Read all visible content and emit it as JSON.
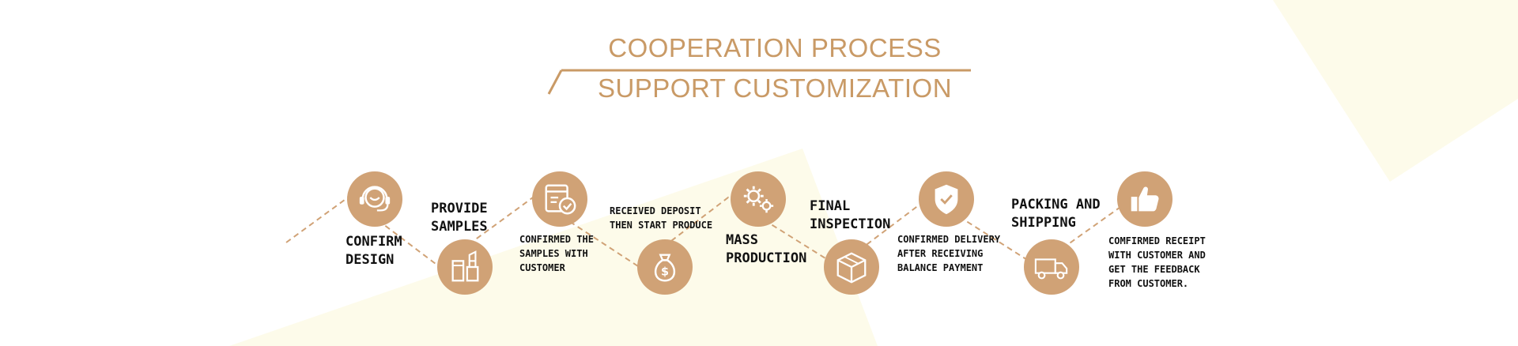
{
  "header": {
    "title": "COOPERATION PROCESS",
    "subtitle": "SUPPORT CUSTOMIZATION"
  },
  "colors": {
    "accent": "#c99a66",
    "circle": "#d0a276",
    "background_shape": "#fdfbea"
  },
  "steps": [
    {
      "icon": "headset-icon",
      "text": "CONFIRM\nDESIGN"
    },
    {
      "icon": "lipstick-icon",
      "text": "PROVIDE\nSAMPLES"
    },
    {
      "icon": "document-check-icon",
      "text": "CONFIRMED THE\nSAMPLES WITH\nCUSTOMER"
    },
    {
      "icon": "money-bag-icon",
      "text": "RECEIVED  DEPOSIT\nTHEN START PRODUCE"
    },
    {
      "icon": "gears-icon",
      "text": "MASS\nPRODUCTION"
    },
    {
      "icon": "box-icon",
      "text": "FINAL\nINSPECTION"
    },
    {
      "icon": "shield-check-icon",
      "text": "CONFIRMED DELIVERY\nAFTER RECEIVING\nBALANCE PAYMENT"
    },
    {
      "icon": "truck-icon",
      "text": "PACKING AND\nSHIPPING"
    },
    {
      "icon": "thumbs-up-icon",
      "text": "COMFIRMED RECEIPT\nWITH CUSTOMER AND\nGET THE FEEDBACK\nFROM CUSTOMER."
    }
  ]
}
